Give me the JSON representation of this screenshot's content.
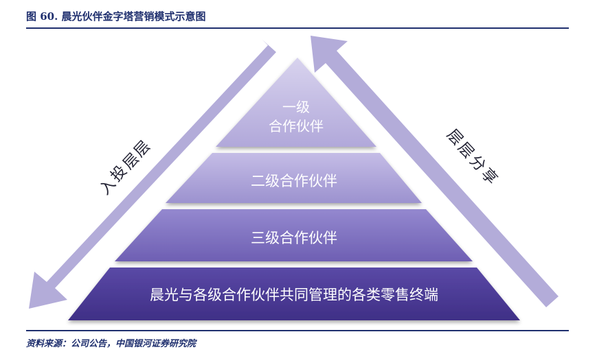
{
  "figure": {
    "title": "图 60. 晨光伙伴金字塔营销模式示意图",
    "source": "资料来源：公司公告，中国银河证券研究院"
  },
  "pyramid": {
    "tiers": [
      {
        "line1": "一级",
        "line2": "合作伙伴",
        "color": "#b9b1de"
      },
      {
        "line1": "二级合作伙伴",
        "color": "#a89ed6"
      },
      {
        "line1": "三级合作伙伴",
        "color": "#7e6fbf"
      },
      {
        "line1": "晨光与各级合作伙伴共同管理的各类零售终端",
        "color": "#4a3a93"
      }
    ]
  },
  "arrows": {
    "left_label": [
      "层",
      "层",
      "投",
      "入"
    ],
    "right_label": [
      "层",
      "层",
      "分",
      "享"
    ],
    "color": "#b3acd9"
  }
}
